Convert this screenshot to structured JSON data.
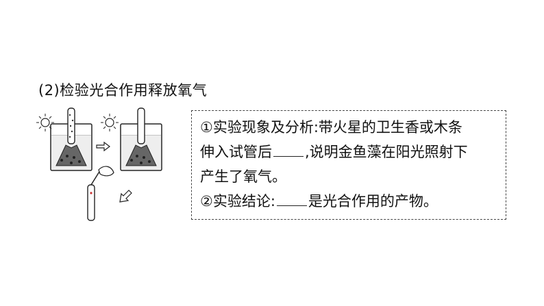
{
  "section": {
    "title": "(2)检验光合作用释放氧气"
  },
  "box": {
    "lines": [
      "①实验现象及分析:带火星的卫生香或木条",
      "伸入试管后",
      ",说明金鱼藻在阳光照射下",
      "产生了氧气。",
      "②实验结论:",
      "是光合作用的产物。"
    ]
  },
  "figure": {
    "icons": [
      "sun-icon",
      "arrow-right-icon",
      "arrow-down-left-icon"
    ]
  }
}
